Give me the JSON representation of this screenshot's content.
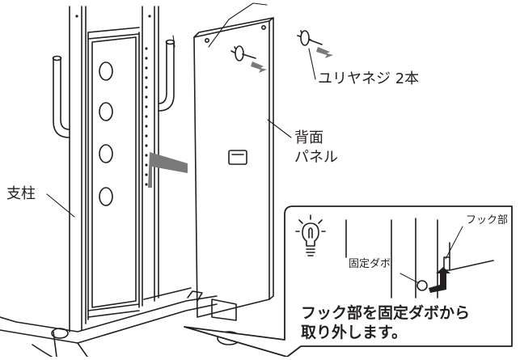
{
  "labels": {
    "screws": "ユリヤネジ 2本",
    "back_panel_line1": "背面",
    "back_panel_line2": "パネル",
    "pillar": "支柱",
    "hook_part": "フック部",
    "fixed_dowel": "固定ダボ",
    "tip_line1": "フック部を固定ダボから",
    "tip_line2": "取り外します。"
  },
  "icons": {
    "tip": "lightbulb-icon",
    "direction": "arrow-icon"
  },
  "colors": {
    "line": "#231f20",
    "shade": "#7a7a7a",
    "callout_bg": "#ffffff"
  }
}
